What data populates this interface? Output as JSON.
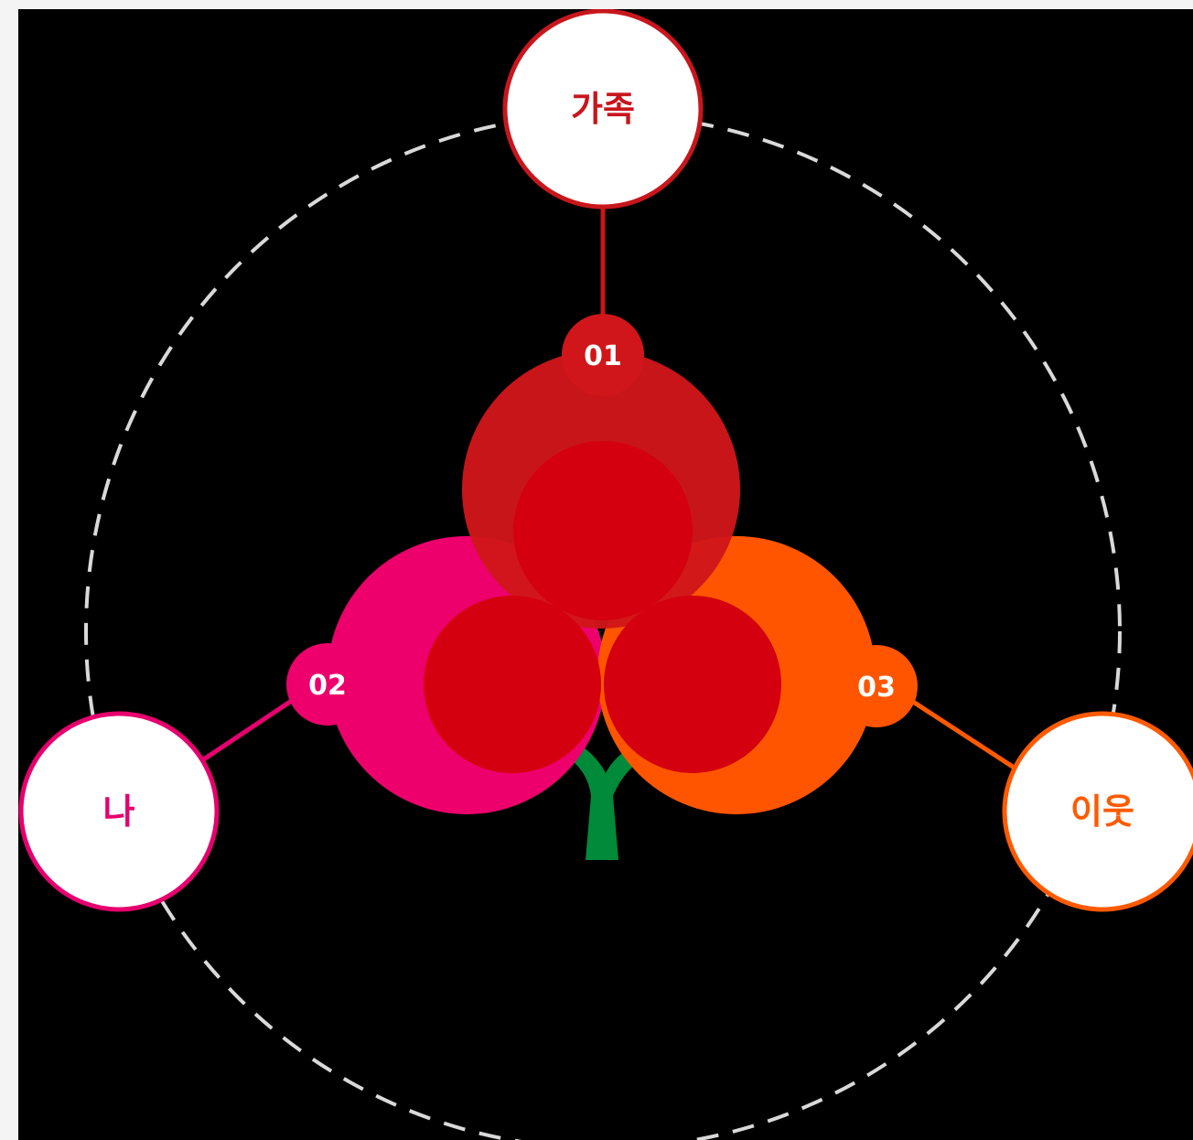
{
  "nodes": {
    "family": {
      "label": "가족",
      "number": "01",
      "color": "#c8161d"
    },
    "me": {
      "label": "나",
      "number": "02",
      "color": "#e6006e"
    },
    "neighbor": {
      "label": "이웃",
      "number": "03",
      "color": "#ff5a00"
    }
  },
  "colors": {
    "background": "#000000",
    "page": "#f4f4f4",
    "dashed_ring": "#d9d9d9",
    "petal_family": "#d0161a",
    "petal_me": "#ed006c",
    "petal_neighbor": "#ff5500",
    "inner_circle": "#d5000f",
    "stem": "#008a3a",
    "badge_text": "#ffffff",
    "node_fill": "#ffffff"
  }
}
